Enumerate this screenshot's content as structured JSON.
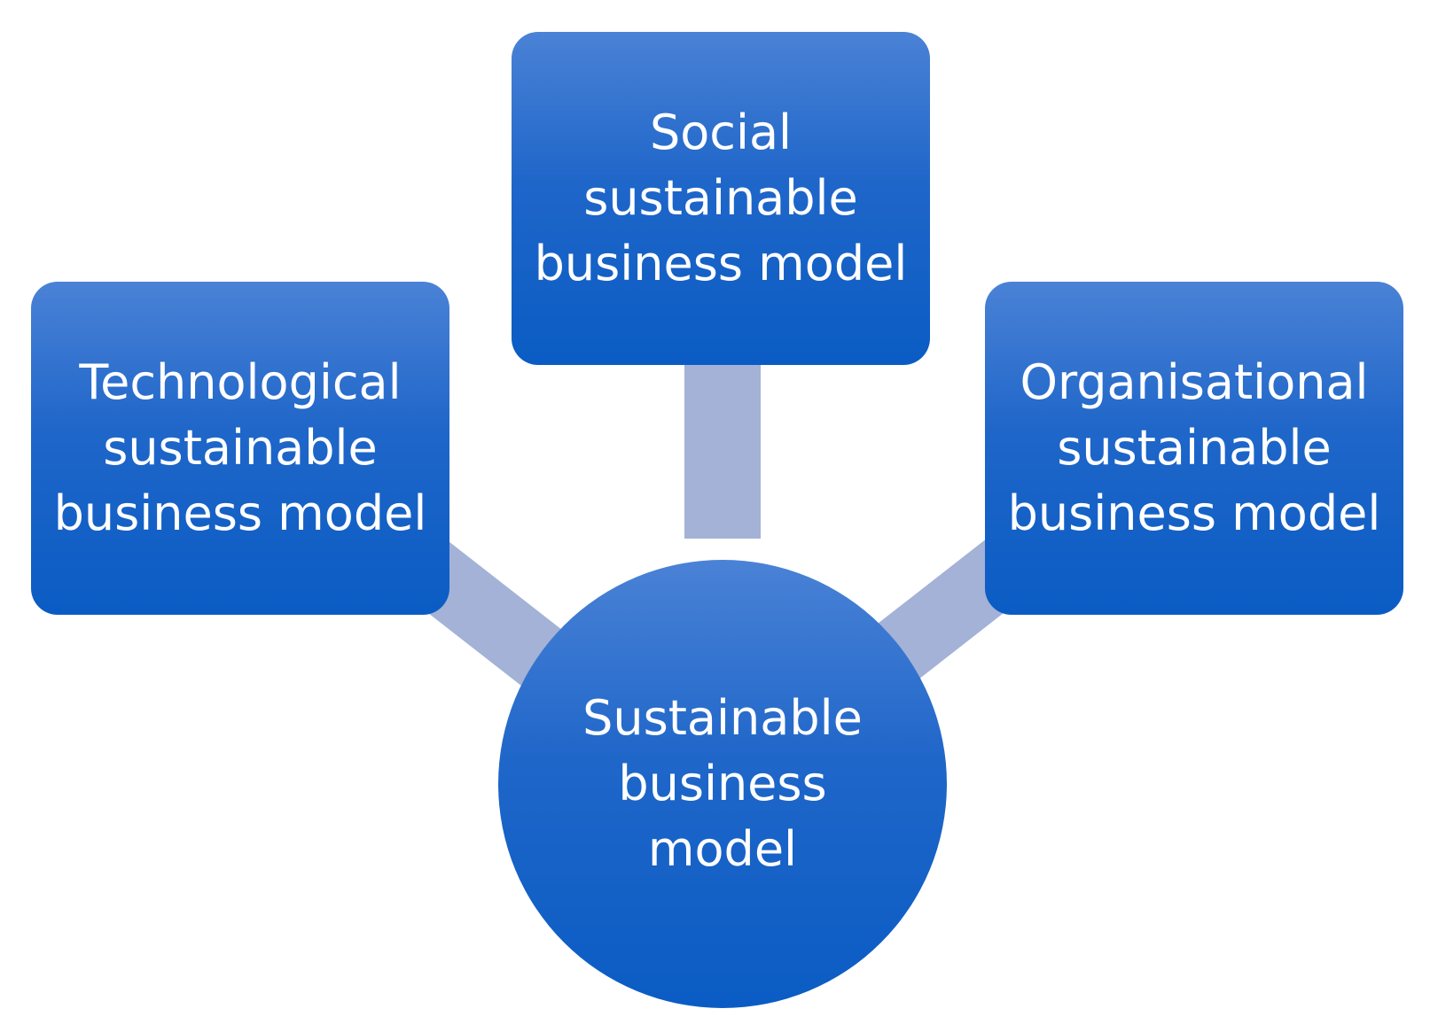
{
  "diagram": {
    "center": {
      "label": "Sustainable\nbusiness\nmodel"
    },
    "social": {
      "label": "Social\nsustainable\nbusiness model"
    },
    "technological": {
      "label": "Technological\nsustainable\nbusiness model"
    },
    "organisational": {
      "label": "Organisational\nsustainable\nbusiness model"
    }
  },
  "colors": {
    "node_fill_top": "#4a82d6",
    "node_fill_bottom": "#0a5cc4",
    "connector": "#a3b2d6",
    "text": "#ffffff",
    "background": "#ffffff"
  }
}
